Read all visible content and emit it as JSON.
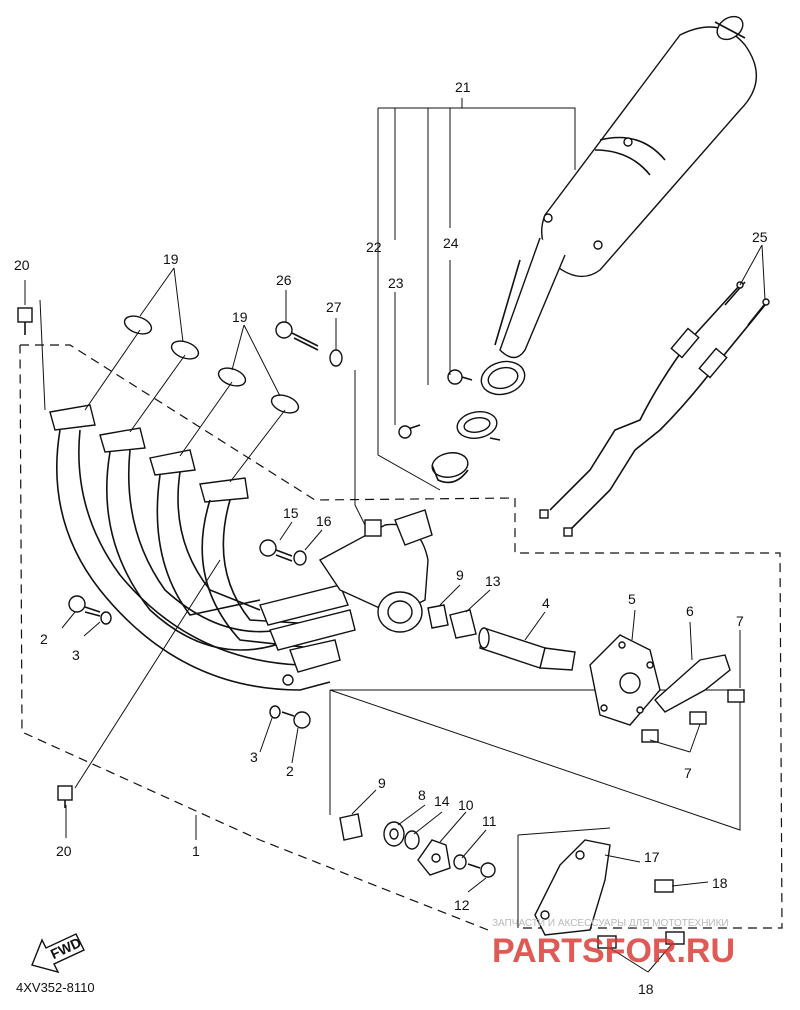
{
  "diagram_code": "4XV352-8110",
  "fwd_label": "FWD",
  "watermark": {
    "line1": "ЗАПЧАСТИ И АКСЕССУАРЫ ДЛЯ МОТОТЕХНИКИ",
    "line2": "PARTSFOR.RU"
  },
  "callouts": {
    "c1": "1",
    "c2a": "2",
    "c2b": "2",
    "c3a": "3",
    "c3b": "3",
    "c4": "4",
    "c5": "5",
    "c6": "6",
    "c7a": "7",
    "c7b": "7",
    "c8": "8",
    "c9a": "9",
    "c9b": "9",
    "c10": "10",
    "c11": "11",
    "c12": "12",
    "c13": "13",
    "c14": "14",
    "c15": "15",
    "c16": "16",
    "c17": "17",
    "c18a": "18",
    "c18b": "18",
    "c19a": "19",
    "c19b": "19",
    "c20a": "20",
    "c20b": "20",
    "c21": "21",
    "c22": "22",
    "c23": "23",
    "c24": "24",
    "c25": "25",
    "c26": "26",
    "c27": "27"
  }
}
